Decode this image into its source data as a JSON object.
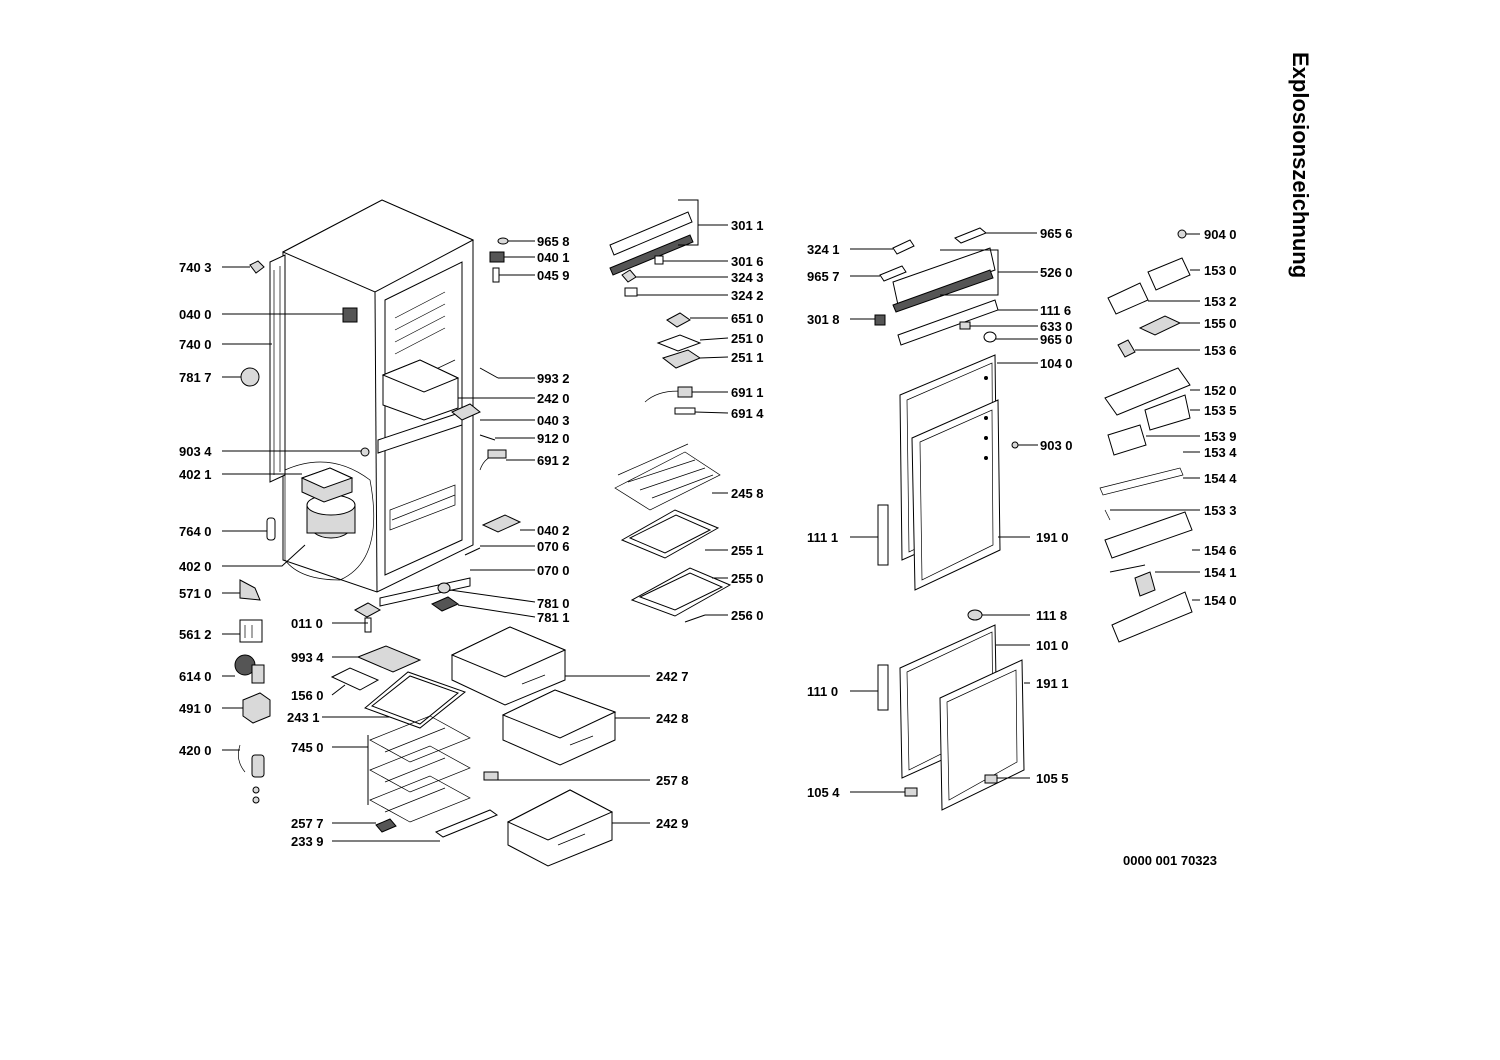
{
  "title": "Explosionszeichnung",
  "document_number": "0000 001 70323",
  "parts": {
    "p7403": "740 3",
    "p0400": "040 0",
    "p7400": "740 0",
    "p7817": "781 7",
    "p9034": "903 4",
    "p4021": "402 1",
    "p7640": "764 0",
    "p4020": "402 0",
    "p5710": "571 0",
    "p5612": "561 2",
    "p6140": "614 0",
    "p4910": "491 0",
    "p4200": "420 0",
    "p0110": "011 0",
    "p9934": "993 4",
    "p1560": "156 0",
    "p2431": "243 1",
    "p7450": "745 0",
    "p2577": "257 7",
    "p2339": "233 9",
    "p9658": "965 8",
    "p0401": "040 1",
    "p0459": "045 9",
    "p9932": "993 2",
    "p2420": "242 0",
    "p0403": "040 3",
    "p9120": "912 0",
    "p6912": "691 2",
    "p0402": "040 2",
    "p0706": "070 6",
    "p0700": "070 0",
    "p7810": "781 0",
    "p7811": "781 1",
    "p2427": "242 7",
    "p2428": "242 8",
    "p2578": "257 8",
    "p2429": "242 9",
    "p3011": "301 1",
    "p3016": "301 6",
    "p3243": "324 3",
    "p3242": "324 2",
    "p6510": "651 0",
    "p2510": "251 0",
    "p2511": "251 1",
    "p6911": "691 1",
    "p6914": "691 4",
    "p2458": "245 8",
    "p2551": "255 1",
    "p2550": "255 0",
    "p2560": "256 0",
    "p3241": "324 1",
    "p9657": "965 7",
    "p3018": "301 8",
    "p9656": "965 6",
    "p5260": "526 0",
    "p1116": "111 6",
    "p6330": "633 0",
    "p9650": "965 0",
    "p1040": "104 0",
    "p9030": "903 0",
    "p1111": "111 1",
    "p1910": "191 0",
    "p1118": "111 8",
    "p1010": "101 0",
    "p1110": "111 0",
    "p1911": "191 1",
    "p1054": "105 4",
    "p1055": "105 5",
    "p9040": "904 0",
    "p1530": "153 0",
    "p1532": "153 2",
    "p1550": "155 0",
    "p1536": "153 6",
    "p1520": "152 0",
    "p1535": "153 5",
    "p1539": "153 9",
    "p1534": "153 4",
    "p1544": "154 4",
    "p1533": "153 3",
    "p1546": "154 6",
    "p1541": "154 1",
    "p1540": "154 0"
  }
}
